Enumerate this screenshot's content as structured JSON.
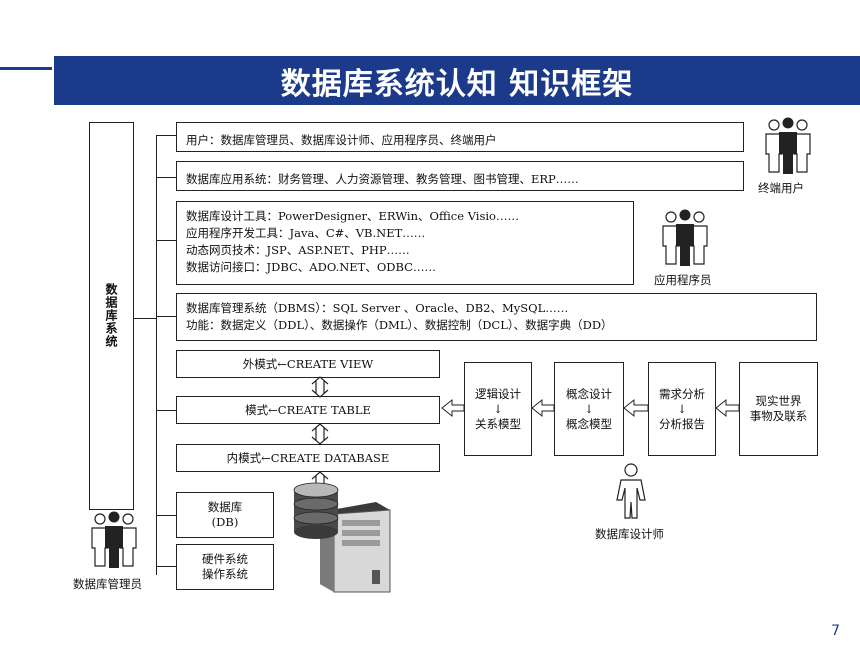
{
  "title": "数据库系统认知  知识框架",
  "page_number": "7",
  "left_column_label": "数据库系统",
  "rows": {
    "users": "用户：数据库管理员、数据库设计师、应用程序员、终端用户",
    "apps": "数据库应用系统：财务管理、人力资源管理、教务管理、图书管理、ERP……",
    "tools": [
      "数据库设计工具：PowerDesigner、ERWin、Office Visio……",
      "应用程序开发工具：Java、C#、VB.NET……",
      "动态网页技术：JSP、ASP.NET、PHP……",
      "数据访问接口：JDBC、ADO.NET、ODBC……"
    ],
    "dbms": [
      "数据库管理系统（DBMS）：SQL Server 、Oracle、DB2、MySQL……",
      "功能：数据定义（DDL）、数据操作（DML）、数据控制（DCL）、数据字典（DD）"
    ]
  },
  "schemas": {
    "external": "外模式←CREATE VIEW",
    "conceptual": "模式←CREATE TABLE",
    "internal": "内模式←CREATE DATABASE"
  },
  "storage": {
    "db_line1": "数据库",
    "db_line2": "(DB)",
    "hw_line1": "硬件系统",
    "hw_line2": "操作系统"
  },
  "design_flow": {
    "logical_top": "逻辑设计",
    "logical_bottom": "关系模型",
    "concept_top": "概念设计",
    "concept_bottom": "概念模型",
    "req_top": "需求分析",
    "req_bottom": "分析报告",
    "real_line1": "现实世界",
    "real_line2": "事物及联系",
    "down_arrow": "↓"
  },
  "roles": {
    "end_user": "终端用户",
    "programmer": "应用程序员",
    "designer": "数据库设计师",
    "admin": "数据库管理员"
  },
  "colors": {
    "title_bar": "#1b3a8a"
  }
}
